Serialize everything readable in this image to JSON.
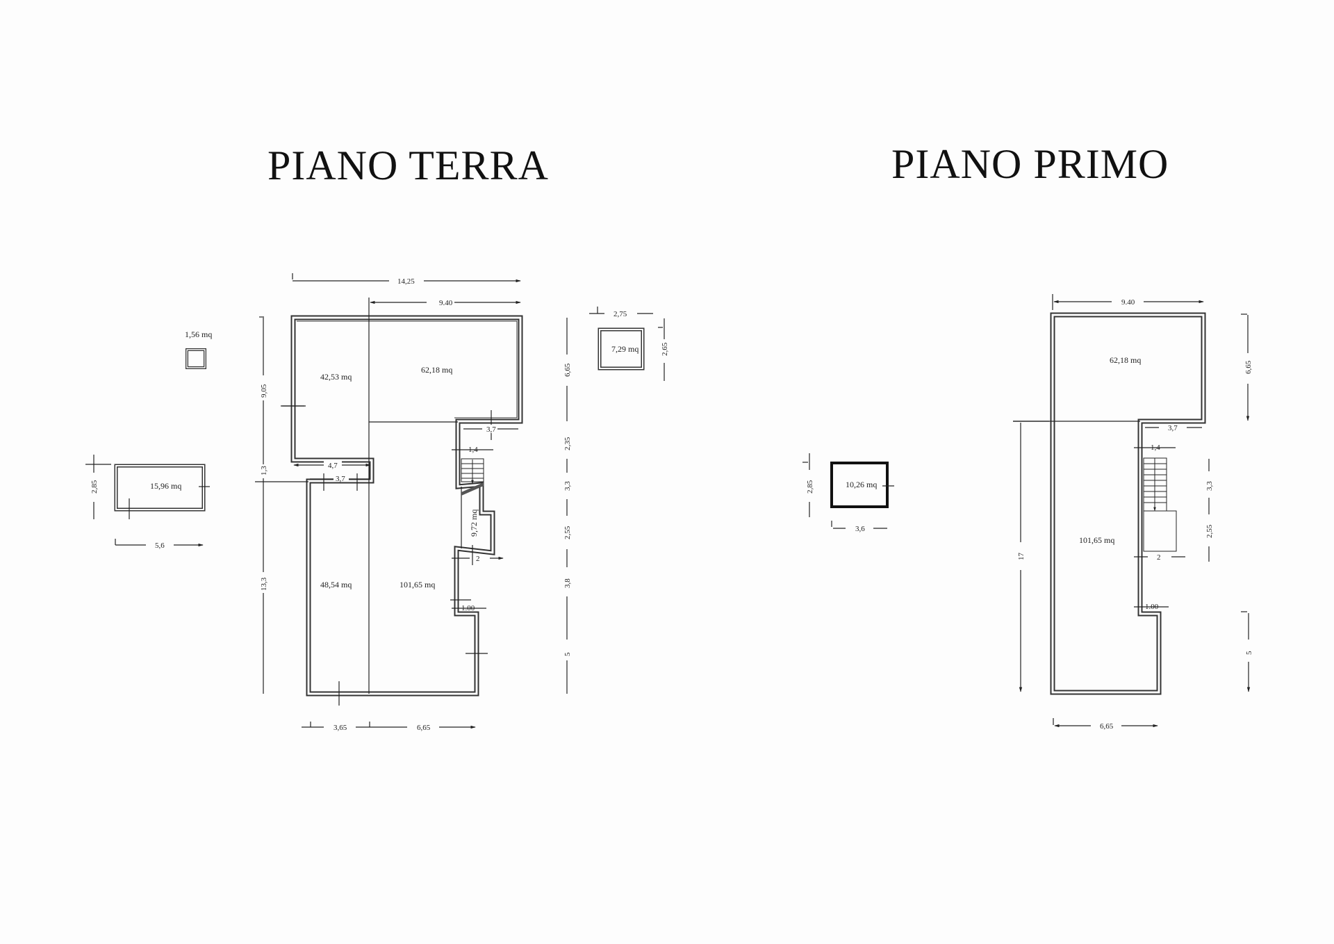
{
  "floors": [
    {
      "id": "terra",
      "title": "PIANO TERRA",
      "rooms": [
        {
          "name": "room-42",
          "area": "42,53 mq"
        },
        {
          "name": "room-62",
          "area": "62,18 mq"
        },
        {
          "name": "room-48",
          "area": "48,54 mq"
        },
        {
          "name": "room-101",
          "area": "101,65 mq"
        },
        {
          "name": "room-9",
          "area": "9,72 mq"
        }
      ],
      "annexes": [
        {
          "name": "annex-small",
          "area": "1,56 mq"
        },
        {
          "name": "annex-7",
          "area": "7,29 mq",
          "width": "2,75",
          "height": "2,65"
        },
        {
          "name": "annex-15",
          "area": "15,96 mq",
          "width": "5,6",
          "height": "2,85"
        }
      ],
      "dimensions": {
        "total_width": "14,25",
        "top_width": "9.40",
        "left_upper": "9,05",
        "left_gap": "1,3",
        "left_lower": "13,3",
        "step_47": "4,7",
        "step_37_left": "3,7",
        "notch_37": "3,7",
        "stair_14": "1,4",
        "right_665": "6,65",
        "right_235": "2,35",
        "right_33": "3,3",
        "right_255": "2,55",
        "right_38": "3,8",
        "right_5": "5",
        "step_2": "2",
        "step_100": "1.00",
        "bottom_365": "3,65",
        "bottom_665": "6,65"
      }
    },
    {
      "id": "primo",
      "title": "PIANO PRIMO",
      "rooms": [
        {
          "name": "room-62",
          "area": "62,18 mq"
        },
        {
          "name": "room-101",
          "area": "101,65 mq"
        }
      ],
      "annexes": [
        {
          "name": "annex-10",
          "area": "10,26 mq",
          "width": "3,6",
          "height": "2,85"
        }
      ],
      "dimensions": {
        "top_width": "9.40",
        "right_665": "6,65",
        "left_17": "17",
        "notch_37": "3,7",
        "stair_14": "1,4",
        "right_33": "3,3",
        "right_255": "2,55",
        "step_2": "2",
        "step_100": "1.00",
        "right_5": "5",
        "bottom_665": "6,65"
      }
    }
  ]
}
